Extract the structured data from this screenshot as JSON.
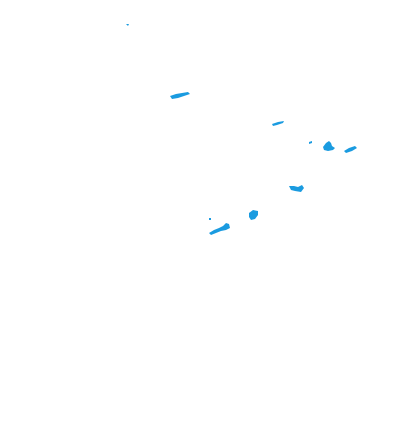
{
  "map": {
    "background_color": "#ffffff",
    "feature_color": "#1a9be0",
    "features": [
      {
        "name": "speck-top-left"
      },
      {
        "name": "blob-upper-center"
      },
      {
        "name": "blob-upper-right"
      },
      {
        "name": "dot-right-small"
      },
      {
        "name": "cluster-right"
      },
      {
        "name": "blob-far-right"
      },
      {
        "name": "blob-center-right"
      },
      {
        "name": "dot-center-small"
      },
      {
        "name": "cluster-lower-center"
      },
      {
        "name": "blob-center-bottom"
      }
    ]
  }
}
